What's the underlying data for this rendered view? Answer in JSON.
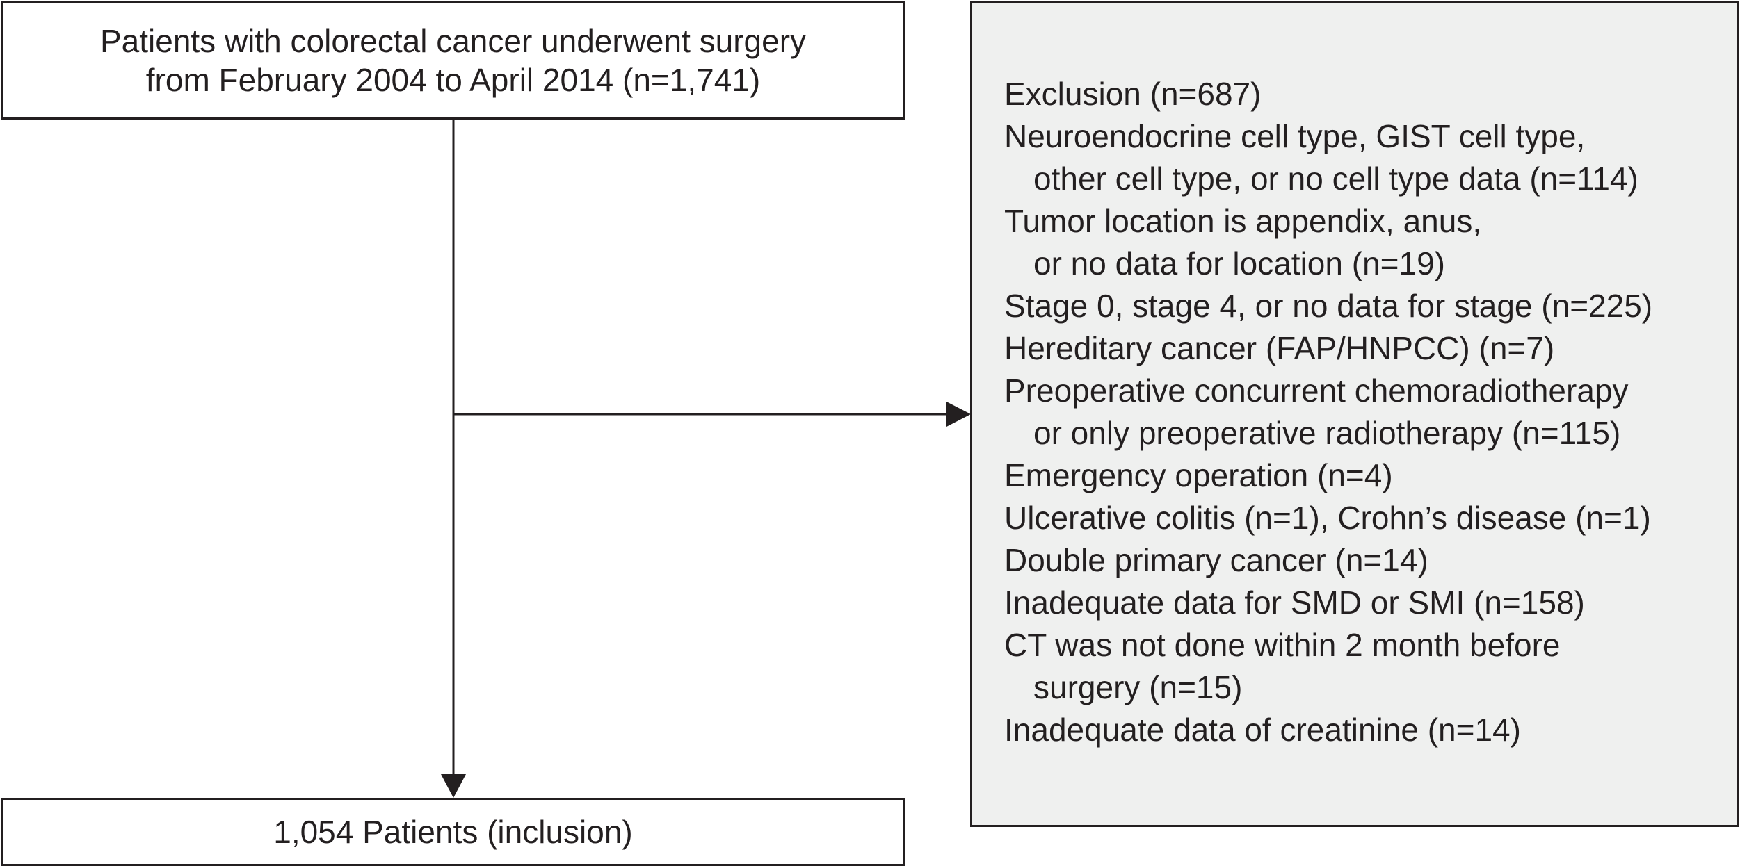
{
  "top_box": {
    "line1": "Patients with colorectal cancer underwent surgery",
    "line2": "from February 2004 to April 2014 (n=1,741)"
  },
  "exclusion": {
    "lines": [
      {
        "text": "Exclusion (n=687)",
        "indent": false
      },
      {
        "text": "Neuroendocrine cell type, GIST cell type,",
        "indent": false
      },
      {
        "text": "other cell type, or no cell type data (n=114)",
        "indent": true
      },
      {
        "text": "Tumor location is appendix, anus,",
        "indent": false
      },
      {
        "text": "or no data for location (n=19)",
        "indent": true
      },
      {
        "text": "Stage 0, stage 4, or no data for stage (n=225)",
        "indent": false
      },
      {
        "text": "Hereditary cancer (FAP/HNPCC) (n=7)",
        "indent": false
      },
      {
        "text": "Preoperative concurrent chemoradiotherapy",
        "indent": false
      },
      {
        "text": "or only preoperative radiotherapy (n=115)",
        "indent": true
      },
      {
        "text": "Emergency operation (n=4)",
        "indent": false
      },
      {
        "text": "Ulcerative colitis (n=1), Crohn’s disease (n=1)",
        "indent": false
      },
      {
        "text": "Double primary cancer (n=14)",
        "indent": false
      },
      {
        "text": "Inadequate data for SMD or SMI (n=158)",
        "indent": false
      },
      {
        "text": "CT was not done within 2 month before",
        "indent": false
      },
      {
        "text": "surgery (n=15)",
        "indent": true
      },
      {
        "text": "Inadequate data of creatinine (n=14)",
        "indent": false
      }
    ]
  },
  "bottom_box": {
    "label": "1,054 Patients (inclusion)"
  },
  "colors": {
    "stroke": "#231f20",
    "exclusion_fill": "#eff0ef"
  }
}
